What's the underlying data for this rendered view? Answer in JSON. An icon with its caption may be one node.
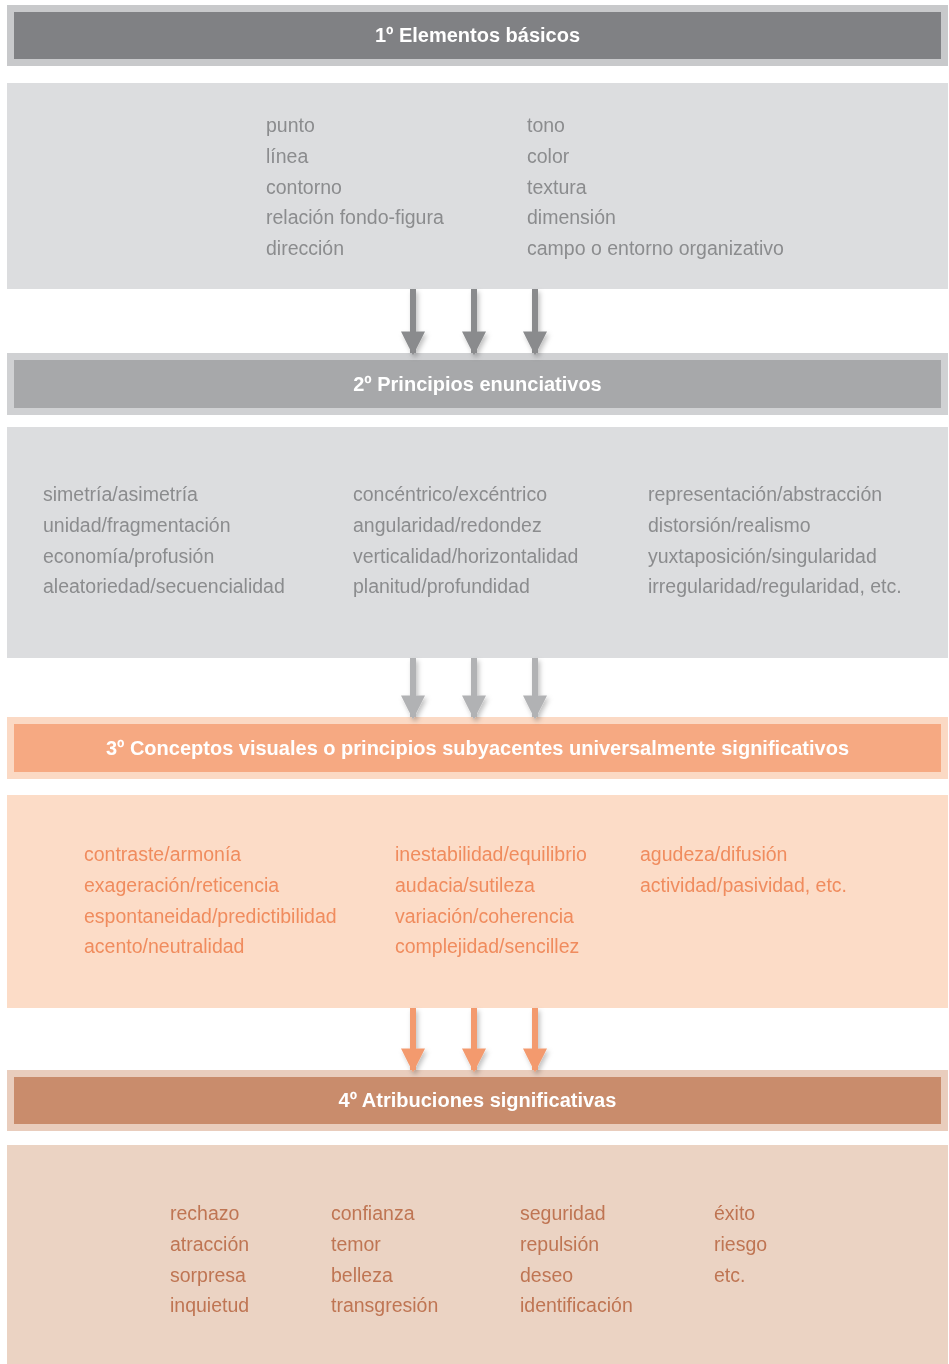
{
  "diagram": {
    "nodes": [
      {
        "text": [
          "1º Elementos básicos"
        ]
      },
      {
        "text": [
          "punto",
          "línea",
          "contorno",
          "relación fondo-figura",
          "dirección",
          "tono",
          "color",
          "textura",
          "dimensión",
          "campo o entorno organizativo"
        ]
      },
      {
        "text": [
          "2º Principios enunciativos"
        ]
      },
      {
        "text": [
          "simetría/asimetría",
          "unidad/fragmentación",
          "economía/profusión",
          "aleatoriedad/secuencialidad",
          "concéntrico/excéntrico",
          "angularidad/redondez",
          "verticalidad/horizontalidad",
          "planitud/profundidad",
          "representación/abstracción",
          "distorsión/realismo",
          "yuxtaposición/singularidad",
          "irregularidad/regularidad, etc."
        ]
      },
      {
        "text": [
          "3º Conceptos visuales o principios subyacentes universalmente significativos"
        ]
      },
      {
        "text": [
          "contraste/armonía",
          "exageración/reticencia",
          "espontaneidad/predictibilidad",
          "acento/neutralidad",
          "inestabilidad/equilibrio",
          "audacia/sutileza",
          "variación/coherencia",
          "complejidad/sencillez",
          "agudeza/difusión",
          "actividad/pasividad, etc."
        ]
      },
      {
        "text": [
          "4º Atribuciones significativas"
        ]
      },
      {
        "text": [
          "rechazo",
          "atracción",
          "sorpresa",
          "inquietud",
          "confianza",
          "temor",
          "belleza",
          "transgresión",
          "seguridad",
          "repulsión",
          "deseo",
          "identificación",
          "éxito",
          "riesgo",
          "etc."
        ]
      }
    ],
    "edges": [
      {
        "from": 1,
        "to": 2,
        "arrow": "to",
        "color": "#8a8b8d"
      },
      {
        "from": 1,
        "to": 2,
        "arrow": "to",
        "color": "#8a8b8d"
      },
      {
        "from": 1,
        "to": 2,
        "arrow": "to",
        "color": "#8a8b8d"
      },
      {
        "from": 3,
        "to": 4,
        "arrow": "to",
        "color": "#b1b2b4"
      },
      {
        "from": 3,
        "to": 4,
        "arrow": "to",
        "color": "#b1b2b4"
      },
      {
        "from": 3,
        "to": 4,
        "arrow": "to",
        "color": "#b1b2b4"
      },
      {
        "from": 5,
        "to": 6,
        "arrow": "to",
        "color": "#f39a6e"
      },
      {
        "from": 5,
        "to": 6,
        "arrow": "to",
        "color": "#f39a6e"
      },
      {
        "from": 5,
        "to": 6,
        "arrow": "to",
        "color": "#f39a6e"
      }
    ]
  }
}
